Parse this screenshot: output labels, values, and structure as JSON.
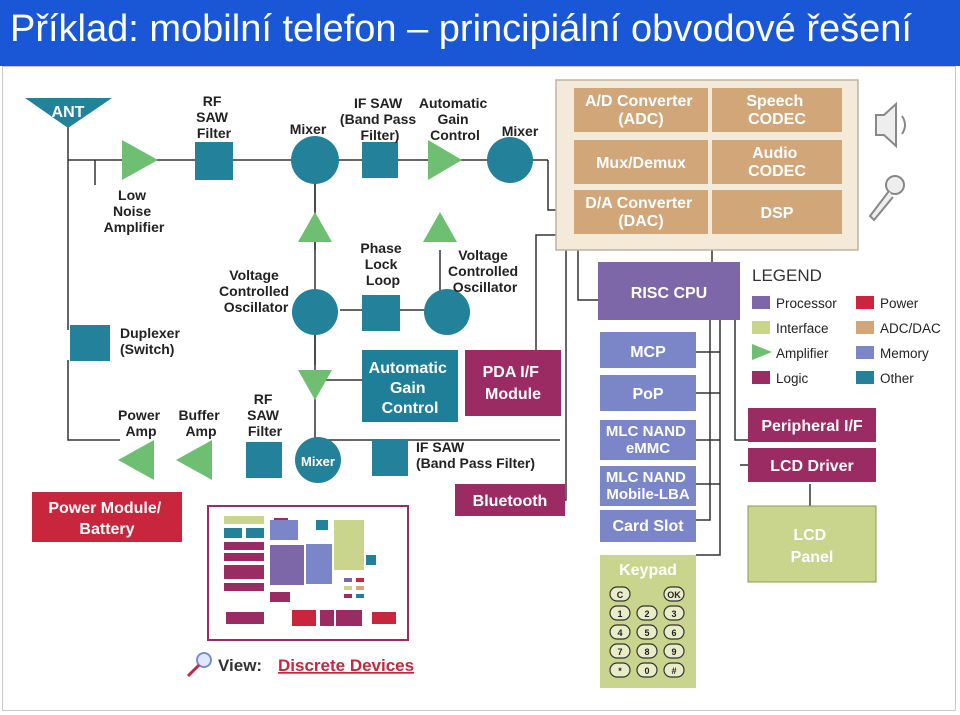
{
  "title": "Příklad: mobilní telefon – principiální obvodové řešení",
  "rf": {
    "ant": "ANT",
    "rf_saw_filter": [
      "RF",
      "SAW",
      "Filter"
    ],
    "mixer": "Mixer",
    "if_saw": [
      "IF SAW",
      "(Band Pass",
      "Filter)"
    ],
    "agc": [
      "Automatic",
      "Gain",
      "Control"
    ],
    "mixer2": "Mixer",
    "lna": [
      "Low",
      "Noise",
      "Amplifier"
    ],
    "vco_left": [
      "Voltage",
      "Controlled",
      "Oscillator"
    ],
    "pll": [
      "Phase",
      "Lock",
      "Loop"
    ],
    "vco_right": [
      "Voltage",
      "Controlled",
      "Oscillator"
    ],
    "duplexer": [
      "Duplexer",
      "(Switch)"
    ],
    "power_amp": [
      "Power",
      "Amp"
    ],
    "buffer_amp": [
      "Buffer",
      "Amp"
    ],
    "rf_saw_filter2": [
      "RF",
      "SAW",
      "Filter"
    ],
    "mixer3": "Mixer",
    "if_saw2": [
      "IF SAW",
      "(Band Pass Filter)"
    ]
  },
  "blocks": {
    "adc": [
      "A/D Converter",
      "(ADC)"
    ],
    "mux": "Mux/Demux",
    "dac": [
      "D/A Converter",
      "(DAC)"
    ],
    "speech": [
      "Speech",
      "CODEC"
    ],
    "audio": [
      "Audio",
      "CODEC"
    ],
    "dsp": "DSP",
    "risc": "RISC CPU",
    "mcp": "MCP",
    "pop": "PoP",
    "emmc": [
      "MLC NAND",
      "eMMC"
    ],
    "mobile_lba": [
      "MLC NAND",
      "Mobile-LBA"
    ],
    "card_slot": "Card Slot",
    "keypad": "Keypad",
    "agc_block": [
      "Automatic",
      "Gain",
      "Control"
    ],
    "pda": [
      "PDA I/F",
      "Module"
    ],
    "bluetooth": "Bluetooth",
    "power_module": [
      "Power Module/",
      "Battery"
    ],
    "peripheral": "Peripheral I/F",
    "lcd_driver": "LCD Driver",
    "lcd_panel": [
      "LCD",
      "Panel"
    ]
  },
  "keypad_keys": [
    "C",
    "OK",
    "1",
    "2",
    "3",
    "4",
    "5",
    "6",
    "7",
    "8",
    "9",
    "*",
    "0",
    "#"
  ],
  "legend": {
    "title": "LEGEND",
    "items": [
      {
        "label": "Processor",
        "color": "#7d67a8"
      },
      {
        "label": "Power",
        "color": "#c7263d"
      },
      {
        "label": "Interface",
        "color": "#c9d48c"
      },
      {
        "label": "ADC/DAC",
        "color": "#d1a679"
      },
      {
        "label": "Amplifier",
        "color": "#6fbf73"
      },
      {
        "label": "Memory",
        "color": "#7b86c9"
      },
      {
        "label": "Logic",
        "color": "#9b2c63"
      },
      {
        "label": "Other",
        "color": "#23819a"
      }
    ]
  },
  "view_link": {
    "prefix": "View:",
    "text": "Discrete Devices"
  },
  "colors": {
    "title_bg": "#1a57d6",
    "other": "#1f7f99",
    "amplifier": "#6fbf73",
    "adc_dac": "#d1a679",
    "processor": "#7d67a8",
    "memory": "#7b86c9",
    "logic": "#9b2c63",
    "power": "#c7263d",
    "interface": "#c9d48c"
  }
}
